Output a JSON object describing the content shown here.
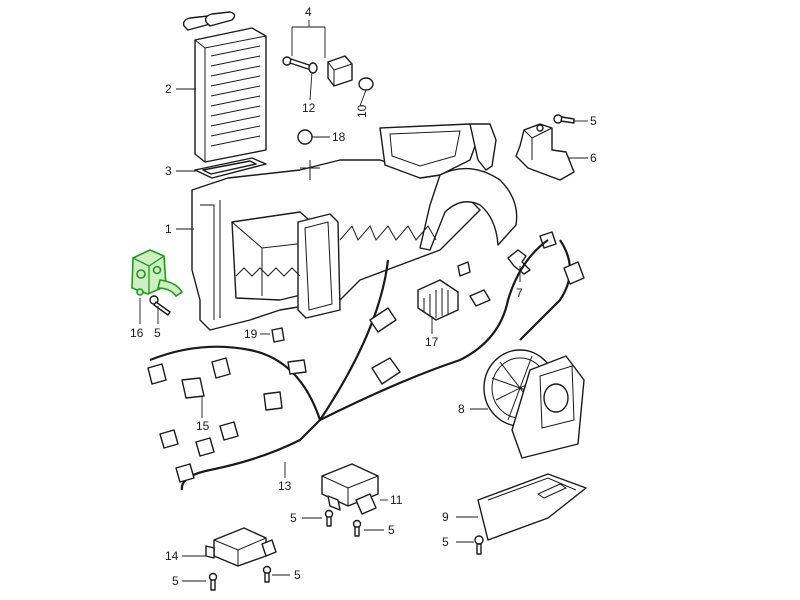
{
  "highlight_color": "#2ea52e",
  "line_color": "#1a1a1a",
  "callouts": {
    "c1": "1",
    "c2": "2",
    "c3": "3",
    "c4": "4",
    "c5a": "5",
    "c5b": "5",
    "c5c": "5",
    "c5d": "5",
    "c5e": "5",
    "c5f": "5",
    "c5g": "5",
    "c6": "6",
    "c7": "7",
    "c8": "8",
    "c9": "9",
    "c10": "10",
    "c11": "11",
    "c12": "12",
    "c13": "13",
    "c14": "14",
    "c15": "15",
    "c16": "16",
    "c17": "17",
    "c18": "18",
    "c19": "19"
  }
}
